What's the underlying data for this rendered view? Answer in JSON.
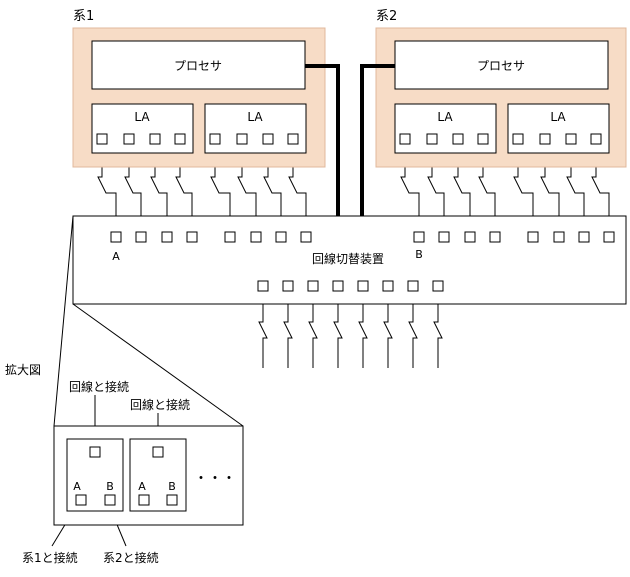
{
  "systems": [
    {
      "label": "系1",
      "processor": "プロセサ",
      "la_units": [
        "LA",
        "LA"
      ]
    },
    {
      "label": "系2",
      "processor": "プロセサ",
      "la_units": [
        "LA",
        "LA"
      ]
    }
  ],
  "switch": {
    "label": "回線切替装置",
    "port_a_label": "A",
    "port_b_label": "B"
  },
  "enlarged": {
    "title": "拡大図",
    "line_connect_1": "回線と接続",
    "line_connect_2": "回線と接続",
    "port_a": "A",
    "port_b": "B",
    "ellipsis": "・・・",
    "sys1_connect": "系1と接続",
    "sys2_connect": "系2と接続"
  },
  "colors": {
    "system_fill": "#f7dcc6",
    "system_stroke": "#e0b89c"
  }
}
